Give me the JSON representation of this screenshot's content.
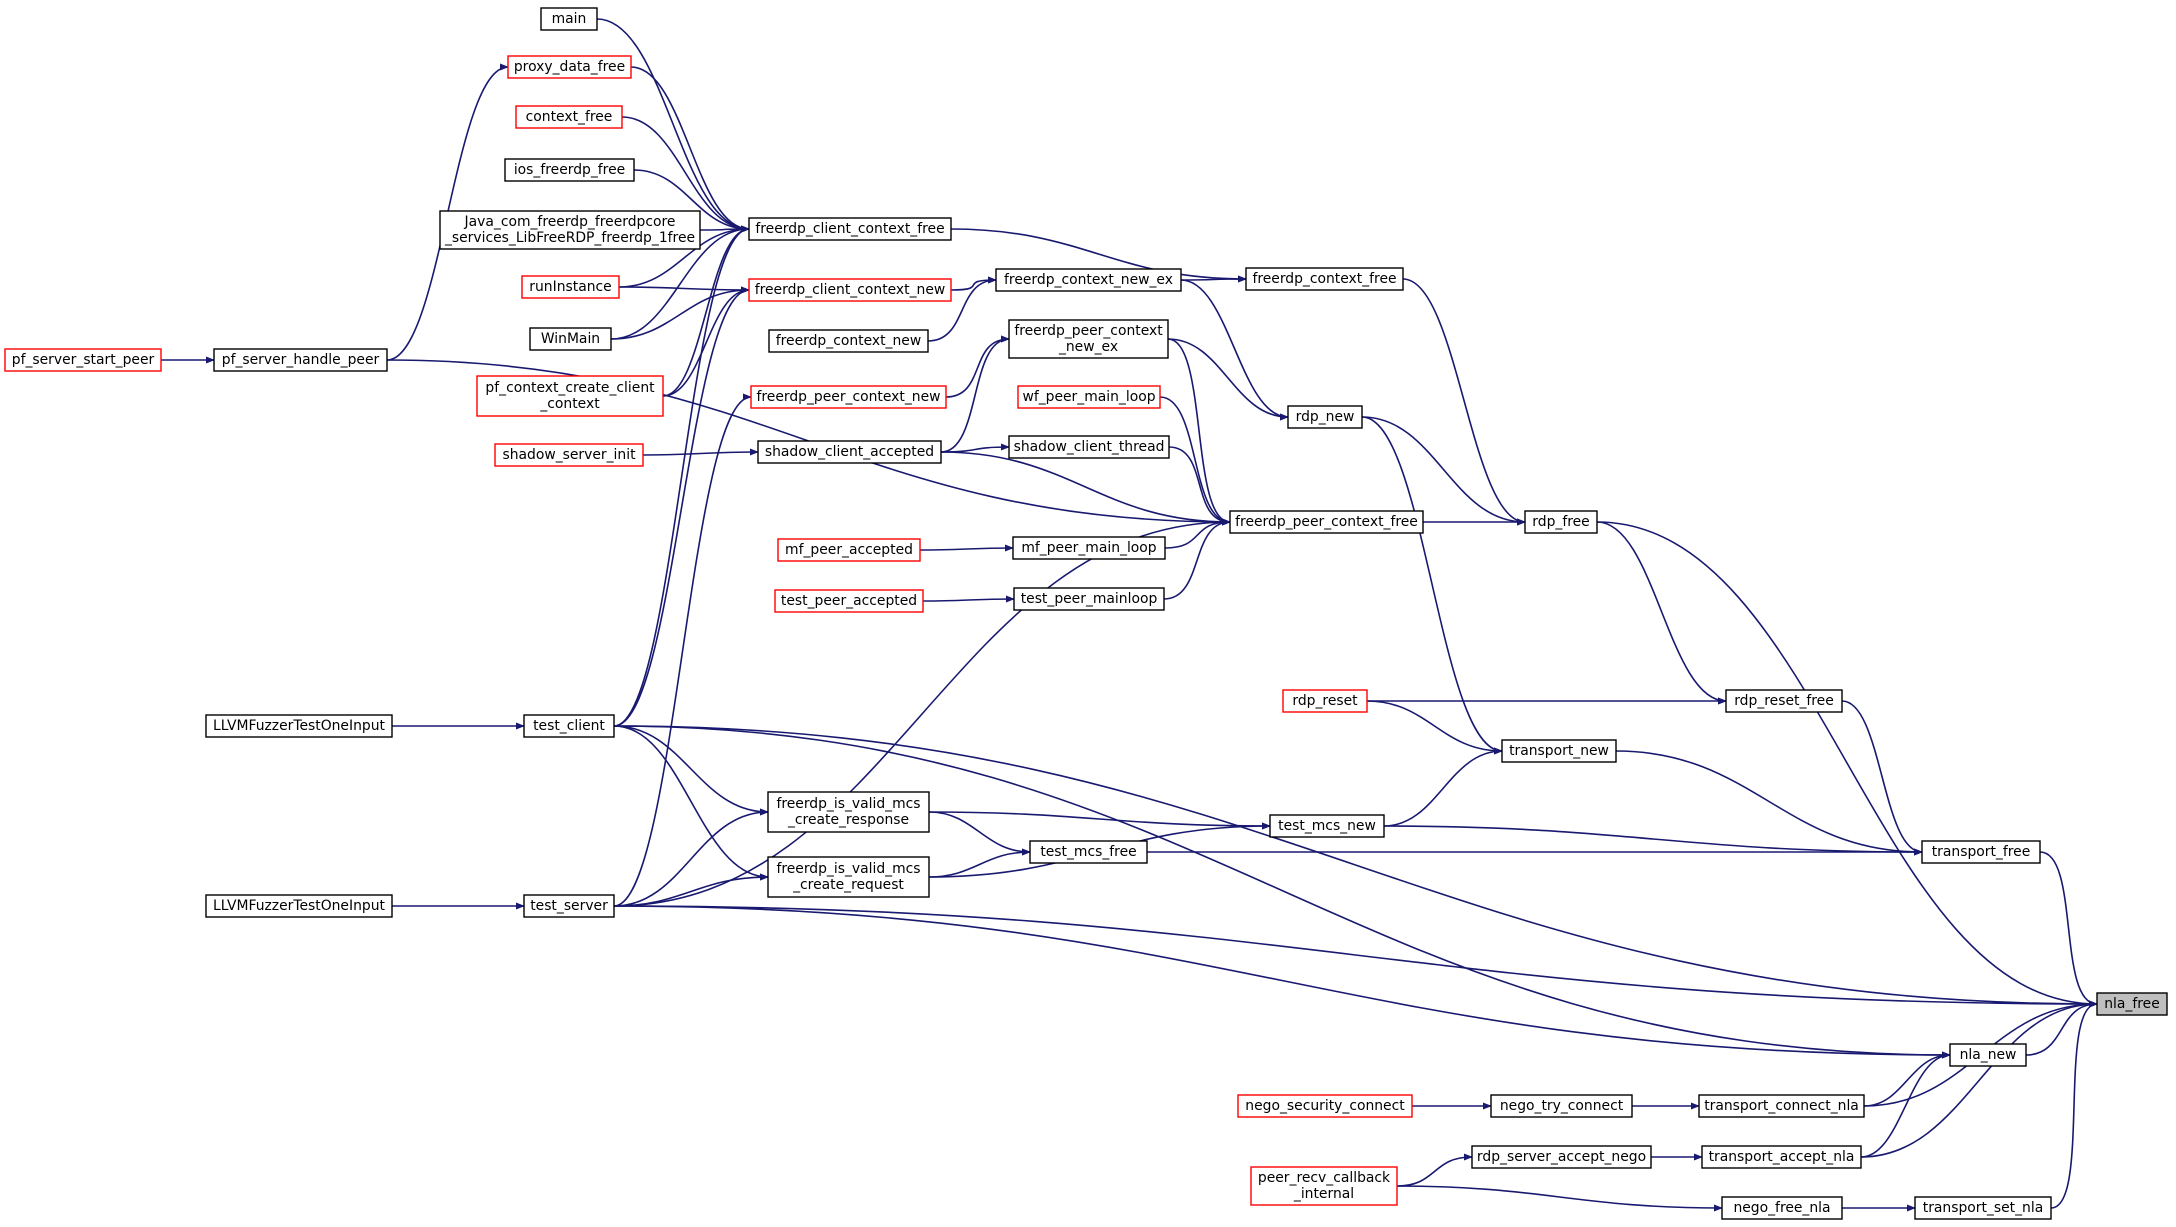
{
  "colors": {
    "edge": "#191970",
    "box_normal": "#000000",
    "box_red": "#ff0000",
    "root_fill": "#bfbfbf"
  },
  "nodes": {
    "main": {
      "lines": [
        "main"
      ],
      "red": false
    },
    "proxy_data_free": {
      "lines": [
        "proxy_data_free"
      ],
      "red": true
    },
    "context_free": {
      "lines": [
        "context_free"
      ],
      "red": true
    },
    "ios_freerdp_free": {
      "lines": [
        "ios_freerdp_free"
      ],
      "red": false
    },
    "java": {
      "lines": [
        "Java_com_freerdp_freerdpcore",
        "_services_LibFreeRDP_freerdp_1free"
      ],
      "red": false
    },
    "runInstance": {
      "lines": [
        "runInstance"
      ],
      "red": true
    },
    "WinMain": {
      "lines": [
        "WinMain"
      ],
      "red": false
    },
    "pf_context_create_client_context": {
      "lines": [
        "pf_context_create_client",
        "_context"
      ],
      "red": true
    },
    "pf_server_start_peer": {
      "lines": [
        "pf_server_start_peer"
      ],
      "red": true
    },
    "pf_server_handle_peer": {
      "lines": [
        "pf_server_handle_peer"
      ],
      "red": false
    },
    "shadow_server_init": {
      "lines": [
        "shadow_server_init"
      ],
      "red": true
    },
    "freerdp_client_context_free": {
      "lines": [
        "freerdp_client_context_free"
      ],
      "red": false
    },
    "freerdp_client_context_new": {
      "lines": [
        "freerdp_client_context_new"
      ],
      "red": true
    },
    "freerdp_context_new": {
      "lines": [
        "freerdp_context_new"
      ],
      "red": false
    },
    "freerdp_peer_context_new": {
      "lines": [
        "freerdp_peer_context_new"
      ],
      "red": true
    },
    "shadow_client_accepted": {
      "lines": [
        "shadow_client_accepted"
      ],
      "red": false
    },
    "mf_peer_accepted": {
      "lines": [
        "mf_peer_accepted"
      ],
      "red": true
    },
    "test_peer_accepted": {
      "lines": [
        "test_peer_accepted"
      ],
      "red": true
    },
    "freerdp_context_new_ex": {
      "lines": [
        "freerdp_context_new_ex"
      ],
      "red": false
    },
    "freerdp_peer_context_new_ex": {
      "lines": [
        "freerdp_peer_context",
        "_new_ex"
      ],
      "red": false
    },
    "wf_peer_main_loop": {
      "lines": [
        "wf_peer_main_loop"
      ],
      "red": true
    },
    "shadow_client_thread": {
      "lines": [
        "shadow_client_thread"
      ],
      "red": false
    },
    "mf_peer_main_loop": {
      "lines": [
        "mf_peer_main_loop"
      ],
      "red": false
    },
    "test_peer_mainloop": {
      "lines": [
        "test_peer_mainloop"
      ],
      "red": false
    },
    "freerdp_context_free": {
      "lines": [
        "freerdp_context_free"
      ],
      "red": false
    },
    "rdp_new": {
      "lines": [
        "rdp_new"
      ],
      "red": false
    },
    "freerdp_peer_context_free": {
      "lines": [
        "freerdp_peer_context_free"
      ],
      "red": false
    },
    "rdp_free": {
      "lines": [
        "rdp_free"
      ],
      "red": false
    },
    "LLVMFuzzer1": {
      "lines": [
        "LLVMFuzzerTestOneInput"
      ],
      "red": false
    },
    "test_client": {
      "lines": [
        "test_client"
      ],
      "red": false
    },
    "LLVMFuzzer2": {
      "lines": [
        "LLVMFuzzerTestOneInput"
      ],
      "red": false
    },
    "test_server": {
      "lines": [
        "test_server"
      ],
      "red": false
    },
    "mcs_create_response": {
      "lines": [
        "freerdp_is_valid_mcs",
        "_create_response"
      ],
      "red": false
    },
    "mcs_create_request": {
      "lines": [
        "freerdp_is_valid_mcs",
        "_create_request"
      ],
      "red": false
    },
    "test_mcs_free": {
      "lines": [
        "test_mcs_free"
      ],
      "red": false
    },
    "test_mcs_new": {
      "lines": [
        "test_mcs_new"
      ],
      "red": false
    },
    "rdp_reset": {
      "lines": [
        "rdp_reset"
      ],
      "red": true
    },
    "transport_new": {
      "lines": [
        "transport_new"
      ],
      "red": false
    },
    "rdp_reset_free": {
      "lines": [
        "rdp_reset_free"
      ],
      "red": false
    },
    "transport_free": {
      "lines": [
        "transport_free"
      ],
      "red": false
    },
    "nla_free": {
      "lines": [
        "nla_free"
      ],
      "red": false,
      "root": true
    },
    "nla_new": {
      "lines": [
        "nla_new"
      ],
      "red": false
    },
    "nego_security_connect": {
      "lines": [
        "nego_security_connect"
      ],
      "red": true
    },
    "nego_try_connect": {
      "lines": [
        "nego_try_connect"
      ],
      "red": false
    },
    "transport_connect_nla": {
      "lines": [
        "transport_connect_nla"
      ],
      "red": false
    },
    "peer_recv_callback_internal": {
      "lines": [
        "peer_recv_callback",
        "_internal"
      ],
      "red": true
    },
    "rdp_server_accept_nego": {
      "lines": [
        "rdp_server_accept_nego"
      ],
      "red": false
    },
    "transport_accept_nla": {
      "lines": [
        "transport_accept_nla"
      ],
      "red": false
    },
    "nego_free_nla": {
      "lines": [
        "nego_free_nla"
      ],
      "red": false
    },
    "transport_set_nla": {
      "lines": [
        "transport_set_nla"
      ],
      "red": false
    }
  },
  "edges": [
    [
      "freerdp_client_context_free",
      "main"
    ],
    [
      "freerdp_client_context_free",
      "proxy_data_free"
    ],
    [
      "freerdp_client_context_free",
      "context_free"
    ],
    [
      "freerdp_client_context_free",
      "ios_freerdp_free"
    ],
    [
      "freerdp_client_context_free",
      "java"
    ],
    [
      "freerdp_client_context_free",
      "runInstance"
    ],
    [
      "freerdp_client_context_free",
      "WinMain"
    ],
    [
      "freerdp_client_context_free",
      "pf_context_create_client_context"
    ],
    [
      "freerdp_client_context_free",
      "test_client"
    ],
    [
      "proxy_data_free",
      "pf_server_handle_peer"
    ],
    [
      "pf_server_handle_peer",
      "pf_server_start_peer"
    ],
    [
      "freerdp_client_context_new",
      "runInstance"
    ],
    [
      "freerdp_client_context_new",
      "WinMain"
    ],
    [
      "freerdp_client_context_new",
      "pf_context_create_client_context"
    ],
    [
      "freerdp_client_context_new",
      "test_client"
    ],
    [
      "freerdp_context_new_ex",
      "freerdp_client_context_new"
    ],
    [
      "freerdp_context_new_ex",
      "freerdp_context_new"
    ],
    [
      "freerdp_context_free",
      "freerdp_client_context_free"
    ],
    [
      "freerdp_context_free",
      "freerdp_context_new_ex"
    ],
    [
      "rdp_new",
      "freerdp_context_new_ex"
    ],
    [
      "rdp_new",
      "freerdp_peer_context_new_ex"
    ],
    [
      "freerdp_peer_context_new_ex",
      "freerdp_peer_context_new"
    ],
    [
      "freerdp_peer_context_new_ex",
      "shadow_client_accepted"
    ],
    [
      "freerdp_peer_context_new",
      "test_server"
    ],
    [
      "shadow_client_accepted",
      "shadow_server_init"
    ],
    [
      "shadow_client_thread",
      "shadow_client_accepted"
    ],
    [
      "freerdp_peer_context_free",
      "freerdp_peer_context_new_ex"
    ],
    [
      "freerdp_peer_context_free",
      "wf_peer_main_loop"
    ],
    [
      "freerdp_peer_context_free",
      "shadow_client_thread"
    ],
    [
      "freerdp_peer_context_free",
      "shadow_client_accepted"
    ],
    [
      "freerdp_peer_context_free",
      "mf_peer_main_loop"
    ],
    [
      "freerdp_peer_context_free",
      "test_peer_mainloop"
    ],
    [
      "freerdp_peer_context_free",
      "pf_server_handle_peer"
    ],
    [
      "freerdp_peer_context_free",
      "test_server"
    ],
    [
      "mf_peer_main_loop",
      "mf_peer_accepted"
    ],
    [
      "test_peer_mainloop",
      "test_peer_accepted"
    ],
    [
      "rdp_free",
      "freerdp_context_free"
    ],
    [
      "rdp_free",
      "rdp_new"
    ],
    [
      "rdp_free",
      "freerdp_peer_context_free"
    ],
    [
      "test_client",
      "LLVMFuzzer1"
    ],
    [
      "test_server",
      "LLVMFuzzer2"
    ],
    [
      "mcs_create_response",
      "test_client"
    ],
    [
      "mcs_create_response",
      "test_server"
    ],
    [
      "mcs_create_request",
      "test_client"
    ],
    [
      "mcs_create_request",
      "test_server"
    ],
    [
      "test_mcs_free",
      "mcs_create_response"
    ],
    [
      "test_mcs_free",
      "mcs_create_request"
    ],
    [
      "test_mcs_new",
      "mcs_create_response"
    ],
    [
      "test_mcs_new",
      "mcs_create_request"
    ],
    [
      "transport_new",
      "rdp_new"
    ],
    [
      "transport_new",
      "rdp_reset"
    ],
    [
      "transport_new",
      "test_mcs_new"
    ],
    [
      "rdp_reset_free",
      "rdp_free"
    ],
    [
      "rdp_reset_free",
      "rdp_reset"
    ],
    [
      "transport_free",
      "rdp_reset_free"
    ],
    [
      "transport_free",
      "transport_new"
    ],
    [
      "transport_free",
      "test_mcs_new"
    ],
    [
      "transport_free",
      "test_mcs_free"
    ],
    [
      "nla_free",
      "rdp_free"
    ],
    [
      "nla_free",
      "test_client"
    ],
    [
      "nla_free",
      "transport_free"
    ],
    [
      "nla_free",
      "test_server"
    ],
    [
      "nla_free",
      "nla_new"
    ],
    [
      "nla_free",
      "transport_connect_nla"
    ],
    [
      "nla_free",
      "transport_accept_nla"
    ],
    [
      "nla_free",
      "transport_set_nla"
    ],
    [
      "nla_new",
      "test_client"
    ],
    [
      "nla_new",
      "test_server"
    ],
    [
      "nla_new",
      "transport_connect_nla"
    ],
    [
      "nla_new",
      "transport_accept_nla"
    ],
    [
      "transport_connect_nla",
      "nego_try_connect"
    ],
    [
      "nego_try_connect",
      "nego_security_connect"
    ],
    [
      "transport_accept_nla",
      "rdp_server_accept_nego"
    ],
    [
      "rdp_server_accept_nego",
      "peer_recv_callback_internal"
    ],
    [
      "transport_set_nla",
      "nego_free_nla"
    ],
    [
      "nego_free_nla",
      "peer_recv_callback_internal"
    ]
  ]
}
